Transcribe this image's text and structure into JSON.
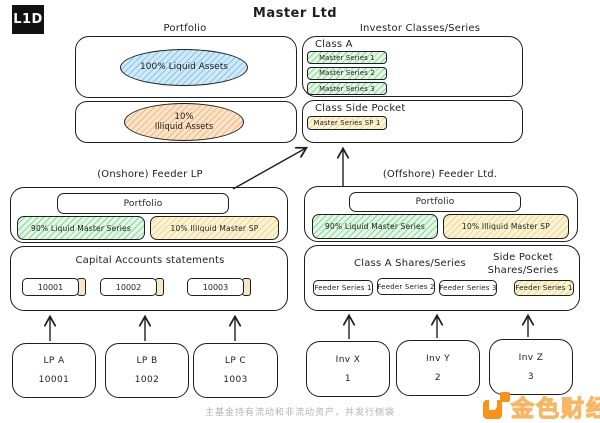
{
  "logo": "L1D",
  "title": "Master Ltd",
  "master": {
    "portfolio": {
      "label": "Portfolio",
      "liquid": "100% Liquid Assets",
      "illiquid_line1": "10%",
      "illiquid_line2": "Illiquid Assets"
    },
    "investor": {
      "label": "Investor Classes/Series",
      "class_a": {
        "label": "Class A",
        "series": [
          "Master Series 1",
          "Master Series 2",
          "Master Series 3"
        ]
      },
      "side_pocket": {
        "label": "Class Side Pocket",
        "series": [
          "Master Series SP 1"
        ]
      }
    }
  },
  "onshore": {
    "label": "(Onshore) Feeder LP",
    "portfolio_label": "Portfolio",
    "liquid": "90% Liquid Master Series",
    "illiquid": "10% Illiquid Master SP",
    "capital_accounts": {
      "label": "Capital Accounts statements",
      "accounts": [
        "10001",
        "10002",
        "10003"
      ]
    },
    "lps": [
      {
        "name": "LP A",
        "value": "10001"
      },
      {
        "name": "LP B",
        "value": "1002"
      },
      {
        "name": "LP C",
        "value": "1003"
      }
    ]
  },
  "offshore": {
    "label": "(Offshore) Feeder Ltd.",
    "portfolio_label": "Portfolio",
    "liquid": "90% Liquid Master Series",
    "illiquid": "10% Illiquid Master SP",
    "shares": {
      "class_a_label": "Class A Shares/Series",
      "side_pocket_label_line1": "Side Pocket",
      "side_pocket_label_line2": "Shares/Series",
      "class_a_series": [
        "Feeder Series 1",
        "Feeder Series 2",
        "Feeder Series 3"
      ],
      "side_pocket_series": [
        "Feeder Series 1"
      ]
    },
    "investors": [
      {
        "name": "Inv X",
        "value": "1"
      },
      {
        "name": "Inv Y",
        "value": "2"
      },
      {
        "name": "Inv Z",
        "value": "3"
      }
    ]
  },
  "caption": {
    "text": "主基金持有流动和非流动资产，并发行侧袋"
  },
  "watermark": {
    "text": "金色财经"
  },
  "colors": {
    "stroke": "#1e1e1e",
    "green_hatch": "#40c057",
    "yellow_fill": "#fbf3d2",
    "blue_fill": "#cfe9f9",
    "orange_fill": "#fae3c8",
    "watermark_orange": "#f7931a",
    "caption_gray": "#b3b3b3"
  }
}
